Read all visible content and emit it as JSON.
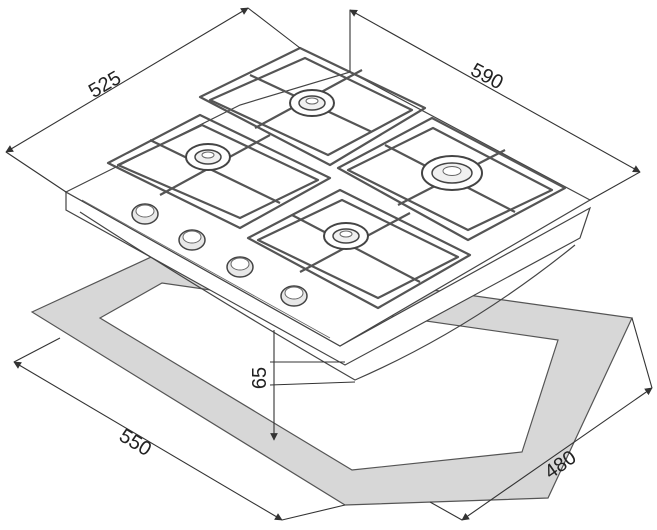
{
  "dimensions": {
    "depth": "525",
    "width": "590",
    "cutout_width": "550",
    "cutout_depth": "480",
    "height": "65"
  },
  "colors": {
    "outline": "#444444",
    "cutout_band": "#d7d7d7",
    "knob": "#e8e8e8",
    "background": "#ffffff"
  },
  "icons": {
    "burners": "burner-icon",
    "knobs": "knob-icon",
    "arrowheads": "arrowhead-icon"
  }
}
